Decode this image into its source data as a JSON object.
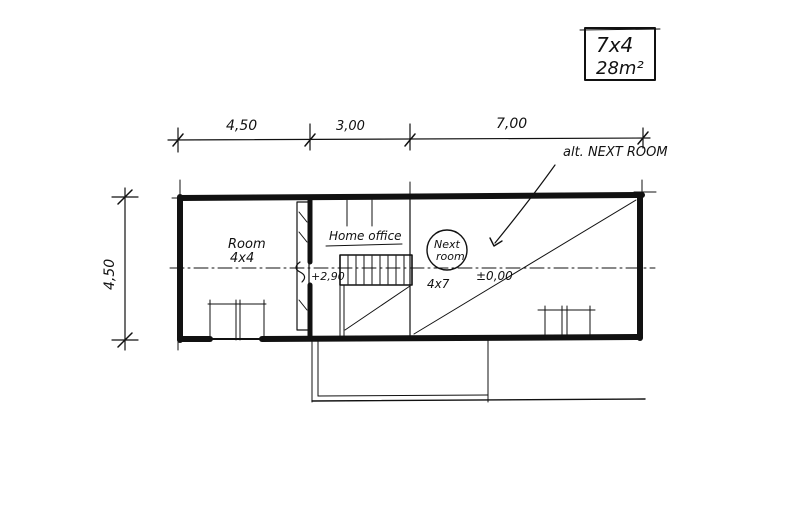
{
  "stamp": {
    "line1": "7x4",
    "line2": "28m²"
  },
  "dimensions": {
    "top_left": "4,50",
    "top_middle": "3,00",
    "top_right": "7,00",
    "side_height": "4,50"
  },
  "rooms": {
    "room_label": "Room",
    "room_size": "4x4",
    "home_office": "Home office",
    "next_room_line1": "Next",
    "next_room_line2": "room",
    "alt_next_room": "alt. NEXT ROOM",
    "stair_level": "+2,90",
    "area_size": "4x7",
    "floor_level": "±0,00"
  }
}
